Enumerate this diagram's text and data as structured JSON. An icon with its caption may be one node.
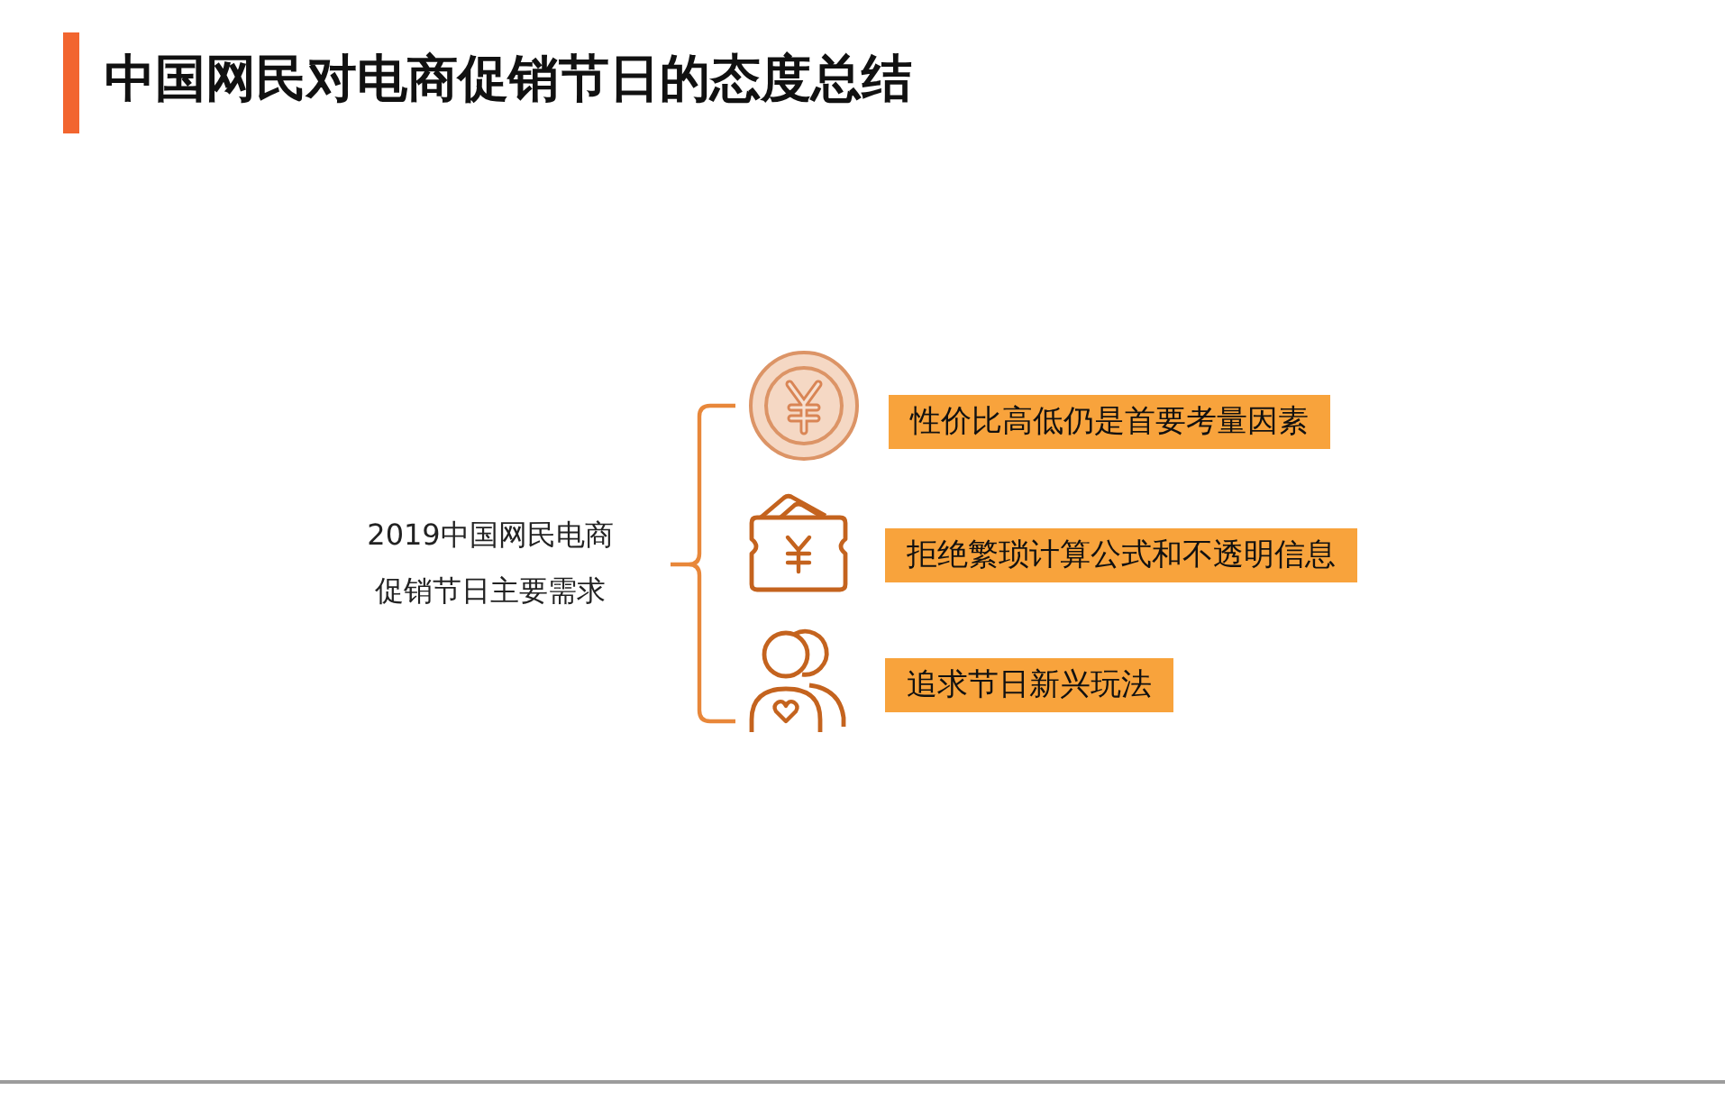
{
  "diagram": {
    "title": "中国网民对电商促销节日的态度总结",
    "nodes": [
      {
        "text": [
          "性价比高低仍是首要考量因素"
        ]
      },
      {
        "text": [
          "拒绝繁琐计算公式和不透明信息"
        ]
      },
      {
        "text": [
          "追求节日新兴玩法"
        ]
      }
    ],
    "labels": [
      "2019中国网民电商促销节日主要需求"
    ]
  }
}
